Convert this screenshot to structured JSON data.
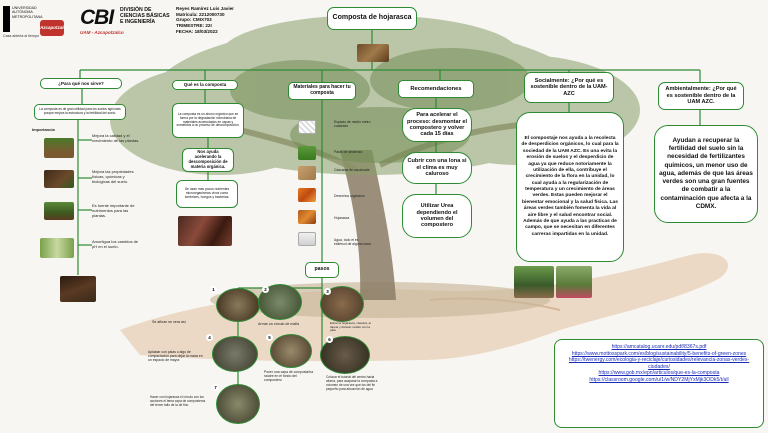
{
  "header": {
    "uam_line1": "UNIVERSIDAD",
    "uam_line2": "AUTÓNOMA",
    "uam_line3": "METROPOLITANA",
    "uam_line4": "Casa abierta al tiempo",
    "uam_line5": "Azcapotzalco",
    "cbi_logo": "CBI",
    "cbi_line1": "DIVISIÓN DE",
    "cbi_line2": "CIENCIAS BÁSICAS",
    "cbi_line3": "E INGENIERÍA",
    "cbi_line4": "UAM - Azcapotzalco",
    "student_name": "Reyes Ramírez Luis Javier",
    "matricula": "Matrícula: 2212000730",
    "grupo": "Grupo: CMIX703",
    "trimestre": "TRIMESTRE: 22I",
    "fecha": "FECHA: 18/03/2022"
  },
  "title": "Composta de hojarasca",
  "branches": {
    "why": "¿Para qué nos sirve?",
    "what": "Qué es la composta",
    "materials": "Materiales para hacer tu composta",
    "recommendations": "Recomendaciones",
    "social": "Socialmente: ¿Por qué es sostenible dentro de la UAM-AZC",
    "environment": "Ambientalmente: ¿Por qué es sostenible dentro de la UAM AZC."
  },
  "why": {
    "intro": "La composta es de gran utilidad para los suelos agrícolas porque mejora la estructura y la fertilidad del suelo.",
    "importance_label": "Importancia",
    "items": [
      "Mejora la calidad y el crecimiento de las plantas.",
      "Mejora las propiedades físicas, químicas y biológicas del suelo.",
      "Es fuente importante de nutrimentos para las plantas.",
      "Amortigua los cambios de pH en el suelo."
    ]
  },
  "what": {
    "definition": "La composta es un abono orgánico que se forma por la degradación microbiana de materiales acomodados en capas y sometidos a un proceso de descomposición.",
    "help": "Nos ayuda acelerando la descomposición de materia orgánica.",
    "help_detail": "Se usan mas pocos nutrientes microorganismos vivos como lombrices, hongos y bacterias."
  },
  "materials": {
    "items": [
      "Espacio de medio metro cuadrado",
      "Pasto de desbrozo",
      "Cáscaras de cacahuate",
      "Desechos orgánicos",
      "Hojarasca",
      "Agua, todo el es estiércol de alguna vaca."
    ]
  },
  "recommendations": {
    "items": [
      "Para acelerar el proceso: desmontar el compostero y volver cada 15 días",
      "Cubrir con una lona si el clima es muy caluroso",
      "Utilizar Urea dependiendo el volumen del compostero"
    ]
  },
  "social": {
    "text": "El compostaje nos ayuda a la recolecta de desperdicios orgánicos, lo cual para la sociedad de la UAM AZC. Es una evita la erosión de suelos y el desperdicio de agua ya que reduce notoriamente la utilización de ella, contribuye el crecimiento de la flora en la unidad, lo cual ayuda a la regularización de temperatura y un crecimiento de áreas verdes. Estas pueden mejorar el bienestar emocional y la salud física. Las áreas verdes también fomenta la vida al aire libre y el salud encontrar social. Además de que ayuda a las practicas de campo, que se necesitan en diferentes carreras impartidas en la unidad."
  },
  "environment": {
    "text": "Ayudan a recuperar la fertilidad del suelo sin la necesidad de fertilizantes químicos, un menor uso de agua, además de que las áreas verdes son una gran fuentes de combatir a la contaminación que afecta a la CDMX."
  },
  "steps": {
    "title": "pasos",
    "items": [
      "Se afinan se vera así",
      "Armar un círculo de malla",
      "Echar la hojarasca, cáscara, el tapete y dárselo molido con la pala",
      "Aplastar con palas o algo de compactación para dejar la masa en un espacio de mayor.",
      "Poner una capa de composta/ha ra/aire en el fondo del compostero",
      "Colocar el tutorial del centro hacia afuera, para acaparar la composta a volumen de una vez que los del fin pequeño para absorción de agua",
      "Hacer con hojarasca el círculo con los acciones el tema capa de composteros del tercer tallo de la de fino"
    ],
    "numbers": [
      "1",
      "2",
      "3",
      "4",
      "5",
      "6",
      "7"
    ]
  },
  "links": [
    "https://amcatalog.ucanr.edu/pdf/8367s.pdf",
    "https://www.mottosspark.com/es/blog/sustainability/5-benefits-of-green-zones",
    "https://twenergy.com/ecologia-y-reciclaje/curiosidades/relevancia-zonas-verdes-ciudades/",
    "https://www.gob.mx/epn/articulos/que-es-la-composta",
    "https://classroom.google.com/u/1/w/NDY2MjYxMjk3ODk5/t/all"
  ],
  "colors": {
    "node_border": "#2f8a34",
    "link_blue": "#1b2db8",
    "line_green": "#2f8a34",
    "uam_red": "#c0322c"
  }
}
